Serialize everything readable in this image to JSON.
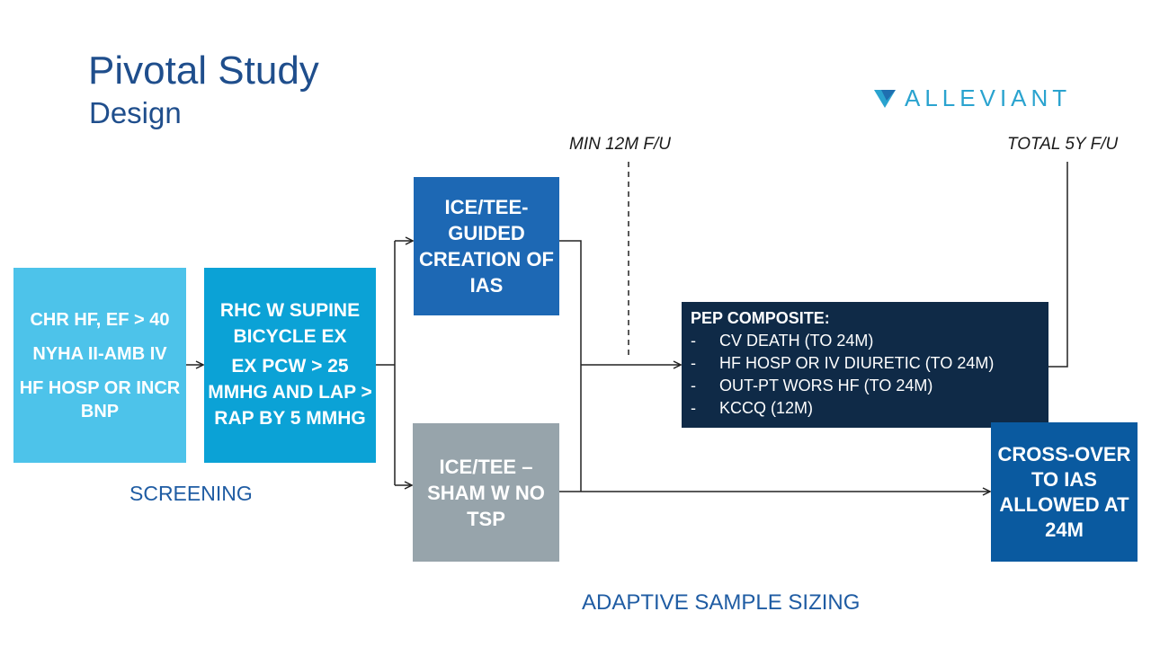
{
  "header": {
    "title": "Pivotal Study",
    "subtitle": "Design",
    "logo_text": "ALLEVIANT"
  },
  "boxes": {
    "criteria": {
      "lines": [
        "CHR HF, EF > 40",
        "NYHA II-AMB IV",
        "HF HOSP OR INCR BNP"
      ]
    },
    "rhc": {
      "lines": [
        "RHC W SUPINE BICYCLE EX",
        "EX PCW > 25 MMHG AND LAP > RAP BY 5 MMHG"
      ]
    },
    "treatment": {
      "text": "ICE/TEE-GUIDED CREATION OF IAS"
    },
    "sham": {
      "text": "ICE/TEE – SHAM W NO TSP"
    },
    "pep": {
      "title": "PEP COMPOSITE:",
      "items": [
        "CV DEATH (TO 24M)",
        "HF HOSP OR IV DIURETIC (TO 24M)",
        "OUT-PT WORS HF (TO 24M)",
        "KCCQ (12M)"
      ]
    },
    "crossover": {
      "text": "CROSS-OVER TO IAS ALLOWED AT 24M"
    }
  },
  "labels": {
    "screening": "SCREENING",
    "adaptive": "ADAPTIVE SAMPLE SIZING",
    "min_followup": "MIN 12M F/U",
    "total_followup": "TOTAL 5Y F/U"
  },
  "colors": {
    "title": "#1f4e8c",
    "criteria_box": "#4dc3ea",
    "rhc_box": "#0ba2d6",
    "treatment_box": "#1d68b4",
    "sham_box": "#97a4ab",
    "pep_box": "#0f2a47",
    "crossover_box": "#0a5aa0",
    "logo": "#2aa3cf"
  }
}
